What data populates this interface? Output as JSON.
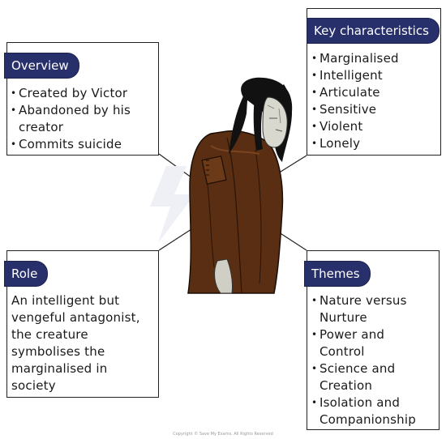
{
  "overview": {
    "title": "Overview",
    "items": [
      "Created by Victor",
      "Abandoned by his creator",
      "Commits suicide"
    ]
  },
  "key_characteristics": {
    "title": "Key characteristics",
    "items": [
      "Marginalised",
      "Intelligent",
      "Articulate",
      "Sensitive",
      "Violent",
      "Lonely"
    ]
  },
  "role": {
    "title": "Role",
    "text": "An intelligent but vengeful antagonist, the creature symbolises the marginalised in society"
  },
  "themes": {
    "title": "Themes",
    "items": [
      "Nature versus Nurture",
      "Power and Control",
      "Science and Creation",
      "Isolation and Companionship"
    ]
  },
  "footer": {
    "text": "Copyright © Save My Exams. All Rights Reserved"
  },
  "colors": {
    "tag_bg": "#27306b",
    "coat": "#5a2e12",
    "hair": "#111111"
  }
}
